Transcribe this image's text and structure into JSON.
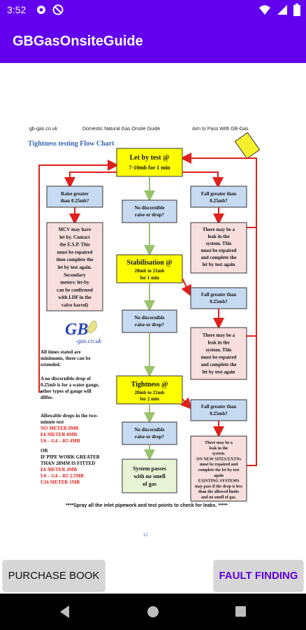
{
  "status_bar": {
    "time": "3:52"
  },
  "app_bar": {
    "title": "GBGasOnsiteGuide"
  },
  "page": {
    "header_left": "gb-gas.co.uk",
    "header_center": "Domestic Natural Gas Onsite Guide",
    "header_right": "Aim to Pass With GB-Gas",
    "chart_title": "Tightness testing Flow Chart",
    "let_by_line1": "Let by test @",
    "let_by_line2": "7-10mb for 1 min",
    "raise_greater_1": "Raise greater",
    "raise_greater_2": "than 0.25mb?",
    "fall_greater_1": "Fall greater than",
    "fall_greater_2": "0.25mb?",
    "no_discernible_1": "No discernible",
    "no_discernible_2": "raise or drop?",
    "mcv_lines": [
      "MCV may have",
      "let by. Contact",
      "the E.S.P. This",
      "must be repaired",
      "then complete the",
      "let by test again.",
      "Secondary",
      "meters: let-by",
      "can be confirmed",
      "with LDF in the",
      "valve barrel)"
    ],
    "leak_lines": [
      "There may be a",
      "leak in the",
      "system. This",
      "must be repaired",
      "and complete the",
      "let by test again"
    ],
    "stabilisation_line1": "Stabilisation @",
    "stabilisation_line2": "20mb to 21mb",
    "stabilisation_line3": "for 1 min",
    "fall_greater_b1": "Fall greater than",
    "fall_greater_b2": "0.25mb?",
    "leak2_lines": [
      "There may be a",
      "leak in the",
      "system. This",
      "must be repaired",
      "and complete the",
      "let by test again"
    ],
    "logo_text_1": "GB",
    "logo_text_2": "-gas.co.uk",
    "notes_1": [
      "All times stated are",
      "minimums, these can be",
      "extended."
    ],
    "notes_2": [
      "A no discernible drop of",
      "0.25mb is for a water gauge,",
      "other types of gauge will",
      "differ."
    ],
    "notes_3": [
      "Allowable drops in the two-",
      "minute test"
    ],
    "allowance_red_1": [
      "NO METER     8MB",
      "E6 METER      8MB",
      "U6 – G4 – R5   4MB"
    ],
    "allowance_or": "OR",
    "allowance_black": [
      "IF PIPE WORK GREATER",
      "THAN 28MM IS FITTED"
    ],
    "allowance_red_2": [
      "E6 METER      4MB",
      "U6 – G4 – R5   2.5MB",
      "U16 METER     1MB"
    ],
    "tightness_line1": "Tightness @",
    "tightness_line2": "20mb to 21mb",
    "tightness_line3": "for 2 min",
    "fall_greater_c1": "Fall greater than",
    "fall_greater_c2": "0.25mb?",
    "leak3_lines": [
      "There may be a",
      "leak in the",
      "system.",
      "ON NEW SITES/EXTNs",
      "must be repaired and",
      "complete the let by test",
      "again",
      "EXISTING SYSTEMS",
      "may pass if the drop is less",
      "than the allowed limits",
      "and no smell of gas."
    ],
    "passes_line1": "System passes",
    "passes_line2": "with no smell",
    "passes_line3": "of gas",
    "footer_note": "****Spray all the inlet pipework and test points to check for leaks. *****",
    "page_number": "12"
  },
  "buttons": {
    "purchase": "PURCHASE BOOK",
    "fault": "FAULT FINDING"
  },
  "colors": {
    "accent": "#6200ee",
    "fault_text": "#5b00d9",
    "arrow_red": "#e0201c",
    "arrow_green": "#99c26b",
    "box_blue": "#c6daf2",
    "box_pink": "#f9dede",
    "box_yellow": "#ffff00",
    "box_green": "#e9f3d6"
  }
}
